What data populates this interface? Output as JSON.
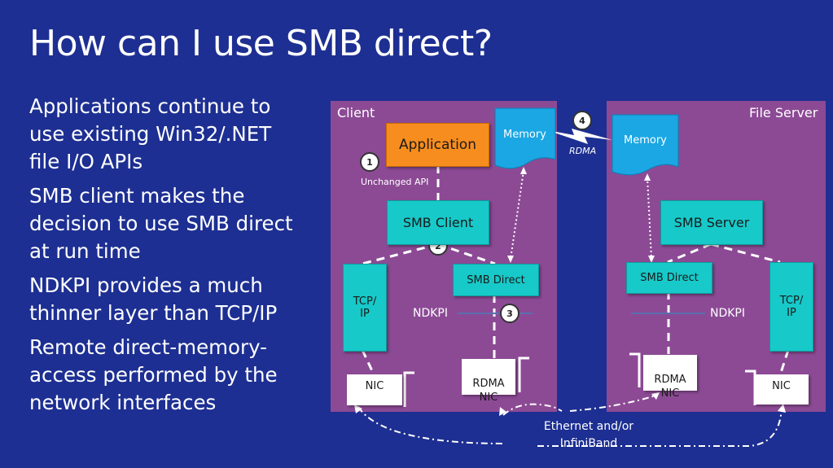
{
  "slide": {
    "title": "How can I use SMB direct?",
    "bullets": [
      "Applications continue to use existing Win32/.NET file I/O APIs",
      "SMB client makes the decision to use SMB direct at run time",
      "NDKPI provides a much thinner layer than TCP/IP",
      "Remote direct-memory-access performed by the network interfaces"
    ]
  },
  "diagram": {
    "client": {
      "label": "Client",
      "application": "Application",
      "memory": "Memory",
      "smb_client": "SMB Client",
      "smb_direct": "SMB Direct",
      "tcp_ip": "TCP/\nIP",
      "ndkpi": "NDKPI",
      "rdma_nic": "RDMA\nNIC",
      "nic": "NIC",
      "unchanged_api": "Unchanged API"
    },
    "server": {
      "label": "File Server",
      "memory": "Memory",
      "smb_server": "SMB Server",
      "smb_direct": "SMB Direct",
      "tcp_ip": "TCP/\nIP",
      "ndkpi": "NDKPI",
      "rdma_nic": "RDMA\nNIC",
      "nic": "NIC"
    },
    "steps": [
      "1",
      "2",
      "3",
      "4"
    ],
    "rdma_label": "RDMA",
    "network_label": "Ethernet and/or InfiniBand"
  },
  "colors": {
    "background": "#1d2f92",
    "panel": "#8c4a95",
    "teal": "#17c9c9",
    "orange": "#f78d1e",
    "memory": "#1aa7e4"
  }
}
